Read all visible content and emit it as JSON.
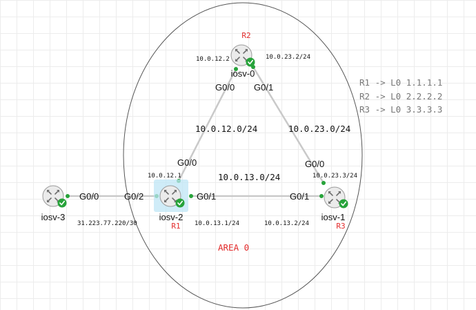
{
  "colors": {
    "red_label": "#e32b2b",
    "link": "#c9c9c9",
    "status_ok": "#27a33a",
    "router_body": "#e9e9e9",
    "selection": "#bfe6f5"
  },
  "area": {
    "label": "AREA 0"
  },
  "routers": {
    "iosv_0": {
      "name": "iosv-0",
      "tag": "R2",
      "icon": "router-icon"
    },
    "iosv_1": {
      "name": "iosv-1",
      "tag": "R3",
      "icon": "router-icon"
    },
    "iosv_2": {
      "name": "iosv-2",
      "tag": "R1",
      "icon": "router-icon"
    },
    "iosv_3": {
      "name": "iosv-3",
      "icon": "router-icon"
    }
  },
  "links": {
    "r2_r1": {
      "subnet": "10.0.12.0/24",
      "end_r2": "G0/0",
      "end_r1": "G0/0",
      "addr_r2": "10.0.12.2",
      "addr_r1": "10.0.12.1"
    },
    "r2_r3": {
      "subnet": "10.0.23.0/24",
      "end_r2": "G0/1",
      "end_r3": "G0/0",
      "addr_r2": "10.0.23.2/24",
      "addr_r3": "10.0.23.3/24"
    },
    "r1_r3": {
      "subnet": "10.0.13.0/24",
      "end_r1": "G0/1",
      "end_r3": "G0/1",
      "addr_r1": "10.0.13.1/24",
      "addr_r3": "10.0.13.2/24"
    },
    "r1_ext": {
      "subnet": "31.223.77.220/30",
      "end_ext": "G0/0",
      "end_r1": "G0/2"
    }
  },
  "loopbacks": [
    "R1 -> L0 1.1.1.1",
    "R2 -> L0 2.2.2.2",
    "R3 -> L0 3.3.3.3"
  ]
}
